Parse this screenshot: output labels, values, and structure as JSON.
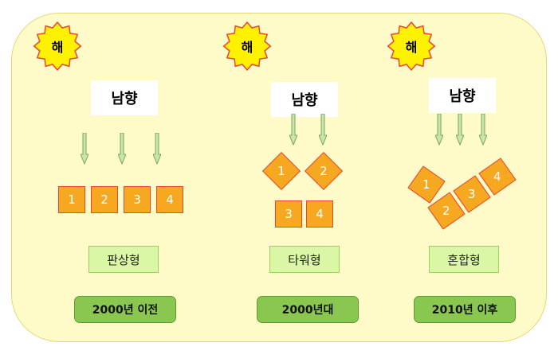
{
  "sun_label": "해",
  "direction_label": "남향",
  "colors": {
    "panel_bg": "#fefbc8",
    "sun_fill": "#fff200",
    "sun_stroke": "#e8453c",
    "arrow_fill": "#c8e6a8",
    "arrow_stroke": "#7ea363",
    "box_fill": "#f6a821",
    "box_border": "#e8453c",
    "type_bg": "#daf7a6",
    "era_bg": "#8ac751"
  },
  "columns": [
    {
      "id": "flat",
      "type_label": "판상형",
      "era_label": "2000년 이전",
      "boxes": [
        "1",
        "2",
        "3",
        "4"
      ]
    },
    {
      "id": "tower",
      "type_label": "타워형",
      "era_label": "2000년대",
      "boxes": [
        "1",
        "2",
        "3",
        "4"
      ]
    },
    {
      "id": "mixed",
      "type_label": "혼합형",
      "era_label": "2010년 이후",
      "boxes": [
        "1",
        "2",
        "3",
        "4"
      ]
    }
  ]
}
